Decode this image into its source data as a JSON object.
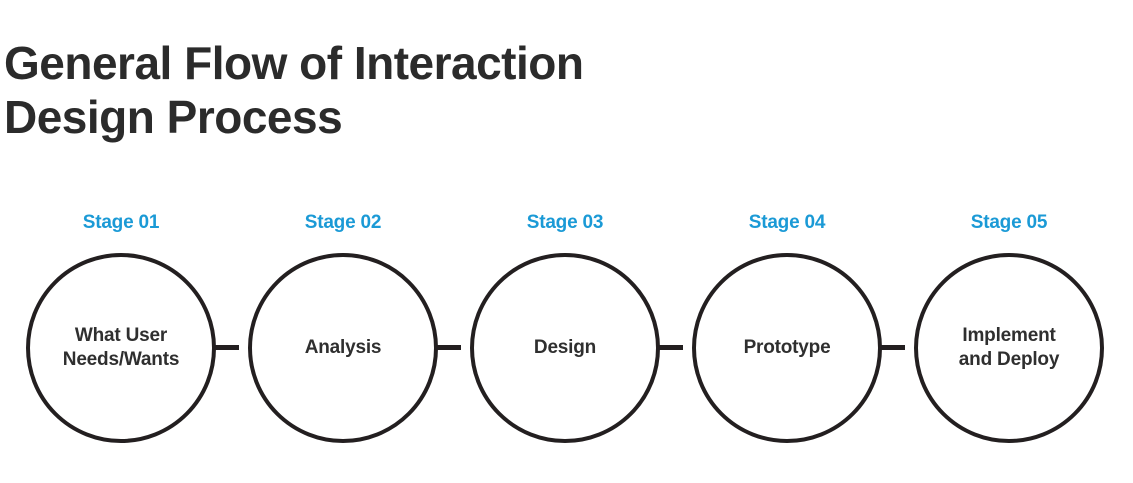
{
  "page": {
    "background_color": "#ffffff",
    "title_color": "#2b2b2b",
    "accent_color": "#1b9ad6",
    "stroke_color": "#231f20"
  },
  "title": {
    "line1": "General Flow of Interaction",
    "line2": "Design Process",
    "full": "General Flow of Interaction Design Process"
  },
  "diagram": {
    "type": "linear-process-flow",
    "stage_count": 5,
    "stages": [
      {
        "stage_label": "Stage 01",
        "name": "What User\nNeeds/Wants"
      },
      {
        "stage_label": "Stage 02",
        "name": "Analysis"
      },
      {
        "stage_label": "Stage 03",
        "name": "Design"
      },
      {
        "stage_label": "Stage 04",
        "name": "Prototype"
      },
      {
        "stage_label": "Stage 05",
        "name": "Implement\nand Deploy"
      }
    ]
  }
}
